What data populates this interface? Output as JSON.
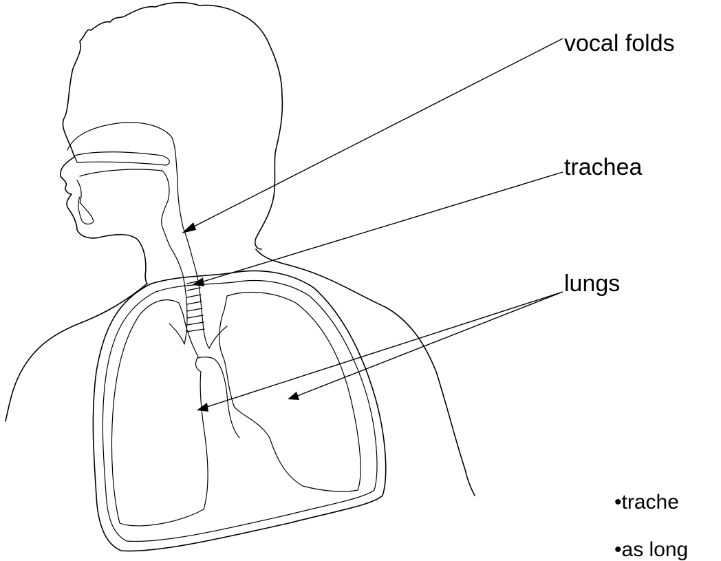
{
  "labels": {
    "vocal_folds": "vocal folds",
    "trachea": "trachea",
    "lungs": "lungs"
  },
  "bullets": [
    "•trache",
    "•as long"
  ],
  "colors": {
    "line": "#000000",
    "background": "#ffffff"
  }
}
